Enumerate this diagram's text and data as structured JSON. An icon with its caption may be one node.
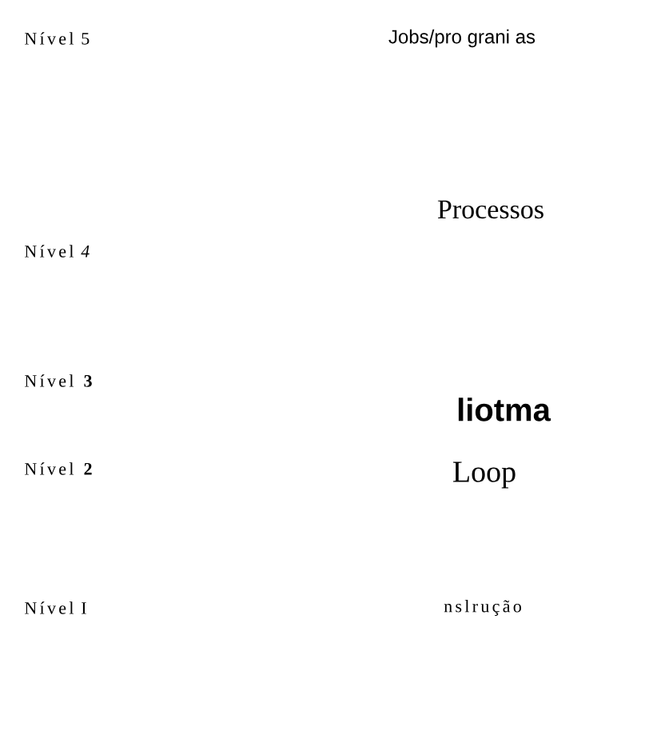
{
  "diagram": {
    "labels": [
      "Nível 5",
      "Jobs/pro grani as",
      "Processos",
      "Nível *4*",
      "Nível **3**",
      "liotma",
      "Nível **2**",
      "Loop",
      "Nível I",
      "nslrução"
    ]
  }
}
